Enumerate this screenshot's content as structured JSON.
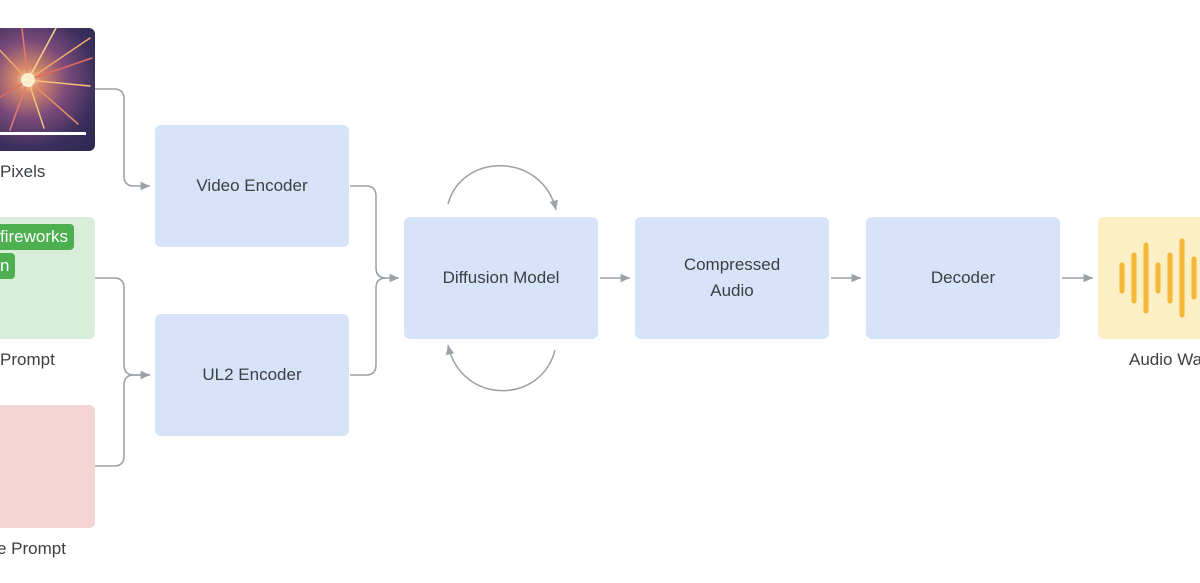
{
  "inputs": {
    "pixels": {
      "caption": "Pixels"
    },
    "text_prompt": {
      "caption": "Prompt",
      "chip_line1": "fireworks",
      "chip_line2": "n"
    },
    "negative_prompt": {
      "caption": "e Prompt"
    }
  },
  "encoders": {
    "video": "Video Encoder",
    "ul2": "UL2 Encoder"
  },
  "diffusion": {
    "label": "Diffusion Model"
  },
  "compressed": {
    "line1": "Compressed",
    "line2": "Audio"
  },
  "decoder": {
    "label": "Decoder"
  },
  "output": {
    "caption": "Audio Wa"
  },
  "colors": {
    "node_fill": "#d7e3f9",
    "prompt_fill": "#d9eed9",
    "negative_fill": "#f5d5d3",
    "output_fill": "#fbefc3",
    "wave": "#f4b73a",
    "arrow": "#9aa0a6",
    "chip": "#4caf50"
  }
}
